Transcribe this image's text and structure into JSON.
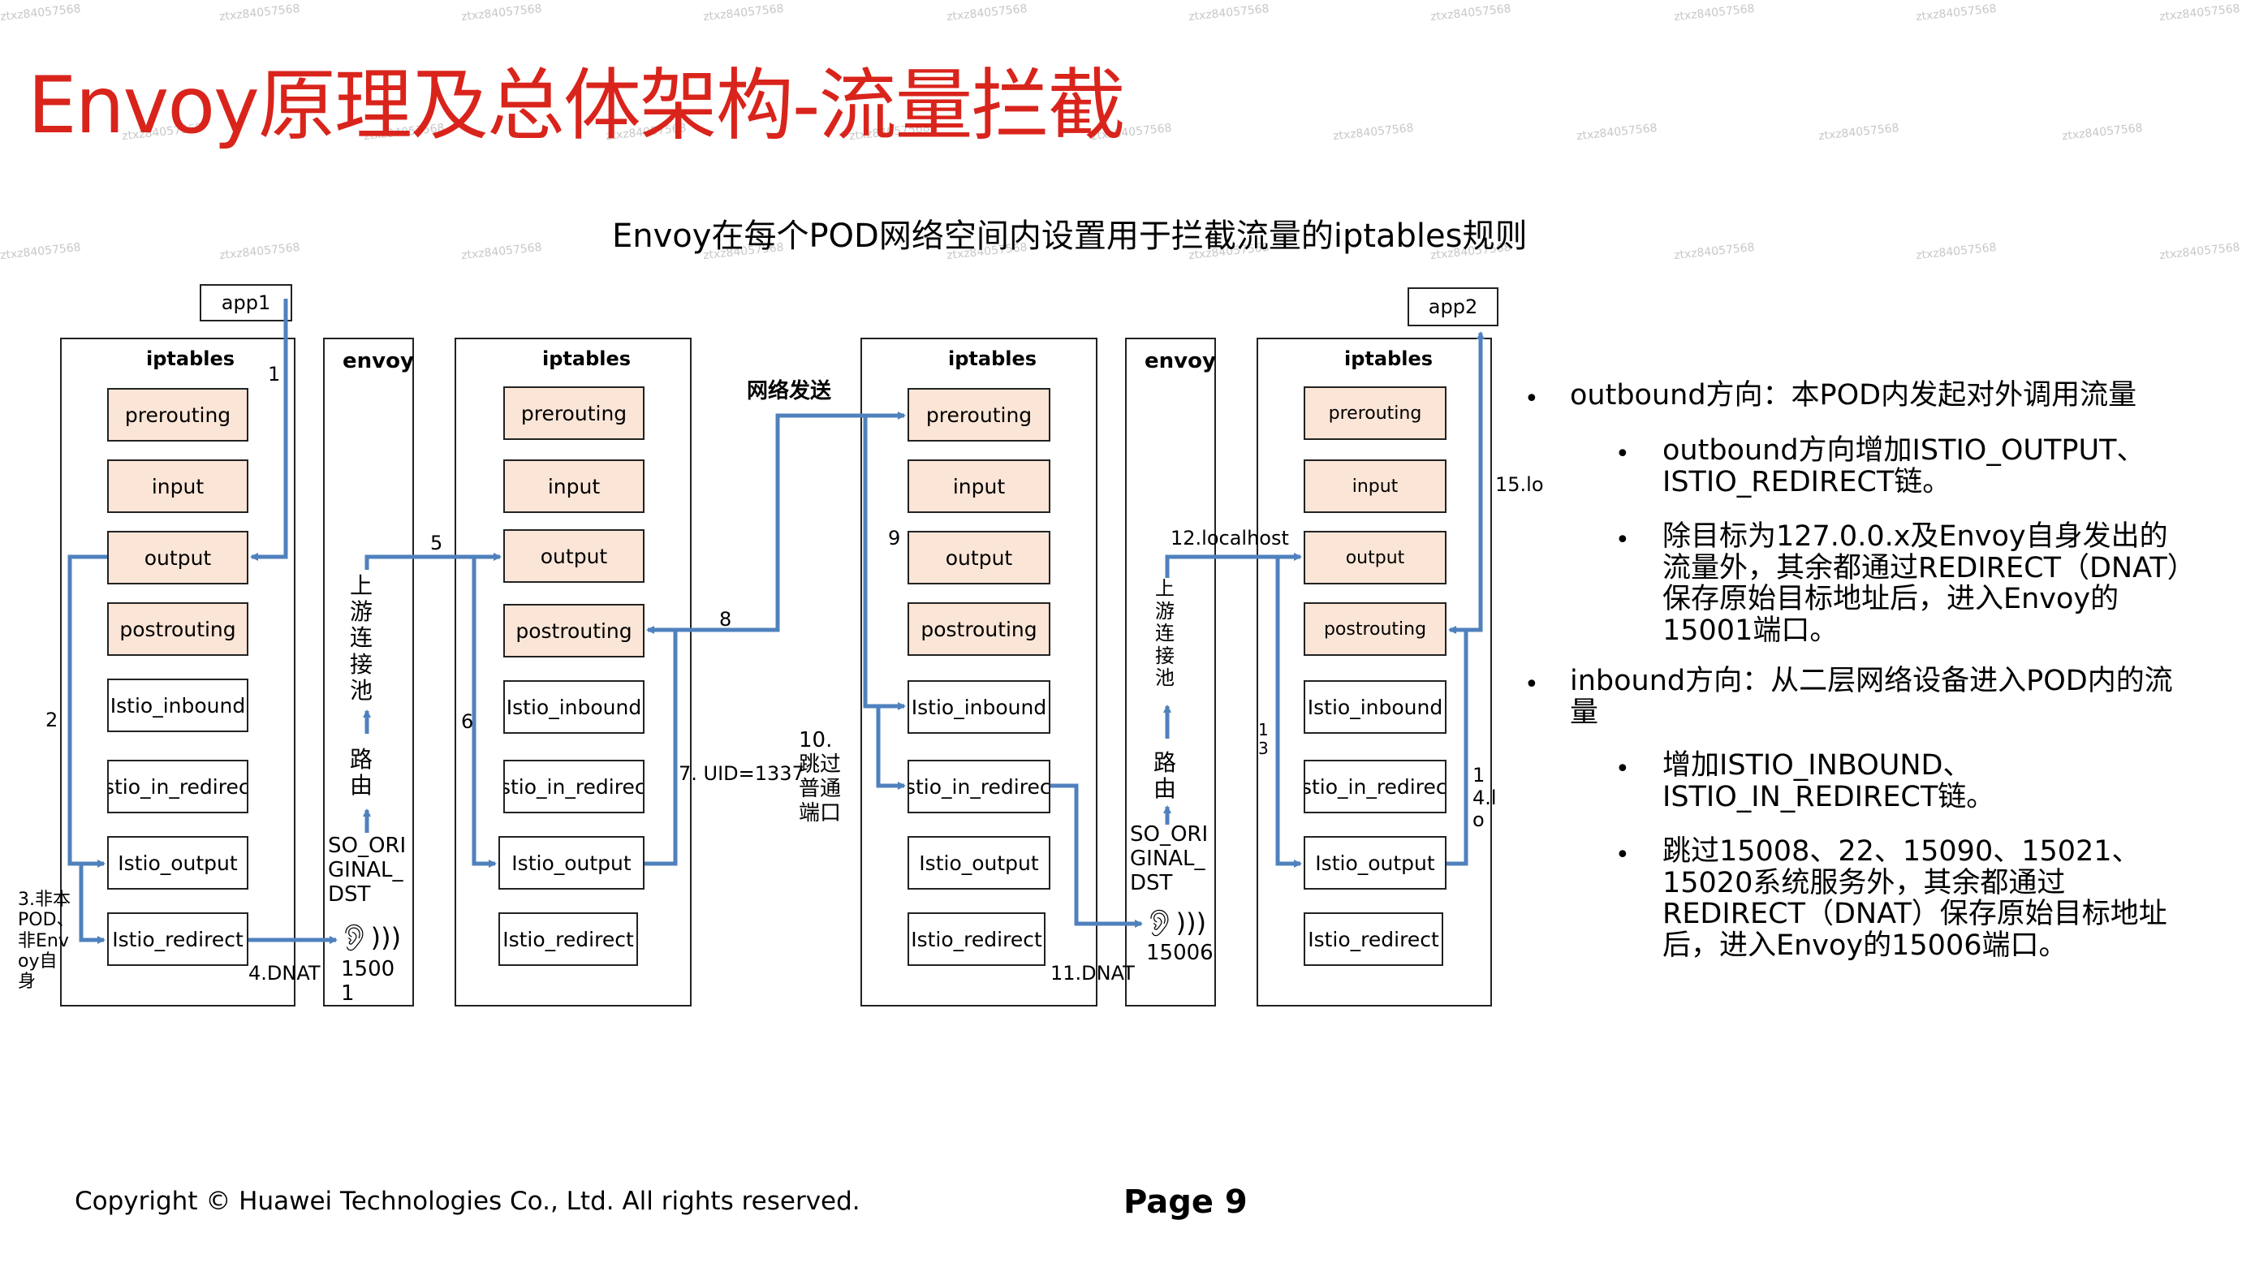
{
  "title": "Envoy原理及总体架构-流量拦截",
  "subtitle": "Envoy在每个POD网络空间内设置用于拦截流量的iptables规则",
  "watermark": "ztxz84057568",
  "apps": {
    "app1": "app1",
    "app2": "app2"
  },
  "chains": {
    "iptables": "iptables",
    "envoy": "envoy",
    "prerouting": "prerouting",
    "input": "input",
    "output": "output",
    "postrouting": "postrouting",
    "istio_inbound": "Istio_inbound",
    "istio_in_redirect": "Istio_in_redirect",
    "istio_output": "Istio_output",
    "istio_redirect": "Istio_redirect"
  },
  "envoy_text": {
    "upstream_pool": "上游连接池",
    "route": "路由",
    "so_original_dst_1": "SO_ORIGINAL_DST",
    "so_original_dst_2": "SO_ORIGINAL_DST",
    "port_15001": "15001",
    "port_15006": "15006",
    "ear_icon": "ear-icon"
  },
  "labels": {
    "l1": "1",
    "l2": "2",
    "l3": "3.非本POD、非Envoy自身",
    "l4": "4.DNAT",
    "l5": "5",
    "l6": "6",
    "l7": "7. UID=1337",
    "l8": "8",
    "l9": "9",
    "l10": "10.跳过普通端口",
    "l11": "11.DNAT",
    "l12": "12.localhost",
    "l13": "13",
    "l14": "14.lo",
    "l15": "15.lo",
    "net_send": "网络发送"
  },
  "bullets": [
    {
      "level": 1,
      "text": "outbound方向：本POD内发起对外调用流量"
    },
    {
      "level": 2,
      "text": "outbound方向增加ISTIO_OUTPUT、ISTIO_REDIRECT链。"
    },
    {
      "level": 2,
      "text": "除目标为127.0.0.x及Envoy自身发出的流量外，其余都通过REDIRECT（DNAT）保存原始目标地址后，进入Envoy的15001端口。"
    },
    {
      "level": 1,
      "text": "inbound方向：从二层网络设备进入POD内的流量"
    },
    {
      "level": 2,
      "text": "增加ISTIO_INBOUND、ISTIO_IN_REDIRECT链。"
    },
    {
      "level": 2,
      "text": "跳过15008、22、15090、15021、15020系统服务外，其余都通过REDIRECT（DNAT）保存原始目标地址后，进入Envoy的15006端口。"
    }
  ],
  "footer": "Copyright © Huawei Technologies Co., Ltd. All rights reserved.",
  "page": "Page 9",
  "colors": {
    "title": "#d9241c",
    "arrow": "#4f81bd",
    "peach": "#fbe5d6"
  }
}
